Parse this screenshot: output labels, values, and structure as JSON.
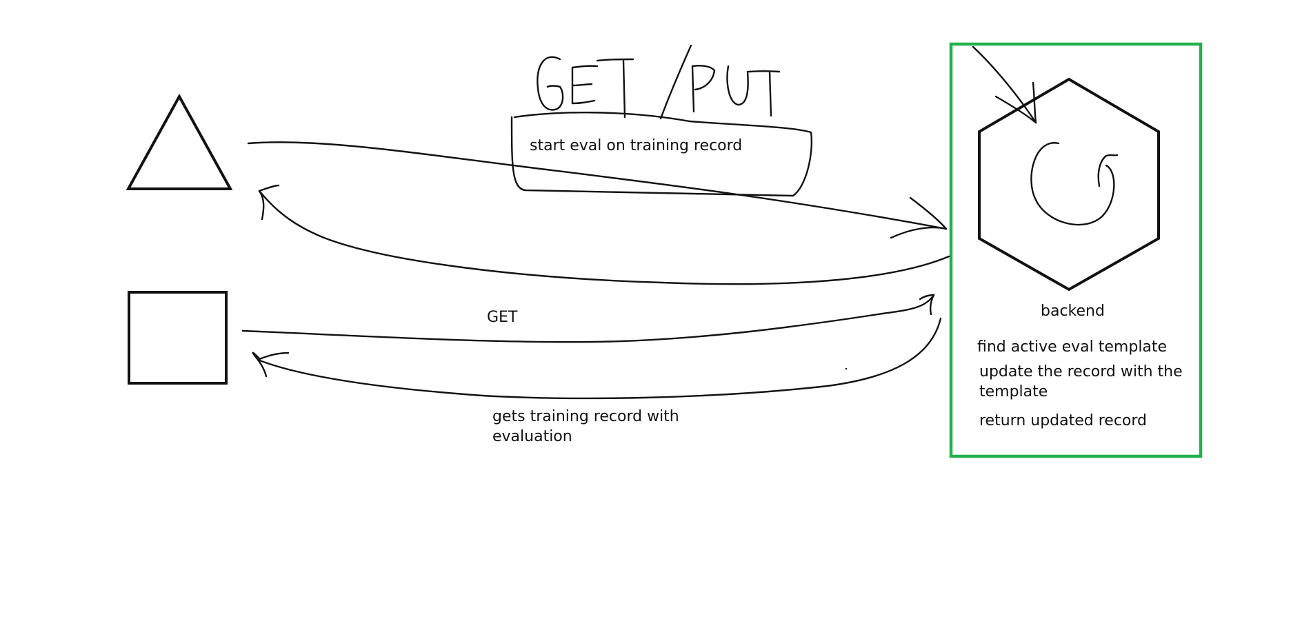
{
  "colors": {
    "ink": "#111111",
    "backend_frame": "#22b14c",
    "background": "#ffffff"
  },
  "nodes": {
    "client_triangle": {
      "shape": "triangle",
      "label": ""
    },
    "client_square": {
      "shape": "square",
      "label": ""
    },
    "backend": {
      "shape": "hexagon",
      "label": "backend",
      "inner_icon": "refresh-cycle-icon",
      "steps": [
        "find active eval template",
        "update the record with the",
        "template",
        "return updated record"
      ]
    }
  },
  "edges": {
    "top_request": {
      "handwritten_label": "GET /PUT",
      "boxed_label": "start eval on training record"
    },
    "bottom_request": {
      "label": "GET"
    },
    "bottom_response": {
      "label_lines": [
        "gets training record with",
        "evaluation"
      ]
    }
  }
}
